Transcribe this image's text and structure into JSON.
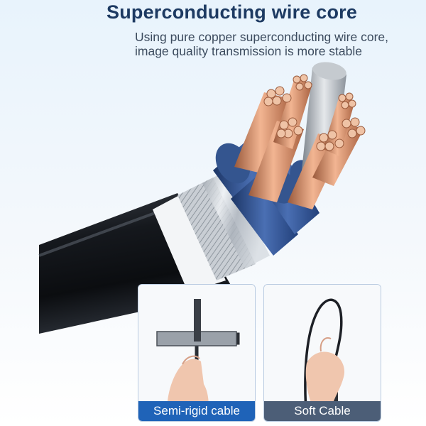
{
  "header": {
    "title": "Superconducting wire core",
    "subtitle_line1": "Using pure copper superconducting wire core,",
    "subtitle_line2": "image quality transmission is more stable"
  },
  "cards": [
    {
      "label": "Semi-rigid cable"
    },
    {
      "label": "Soft Cable"
    }
  ],
  "colors": {
    "title": "#1d3a62",
    "semi_rigid_label_bg": "#1f63b8",
    "soft_label_bg": "#4c5e77",
    "copper": "#d9946f",
    "insulation": "#2e4f8e"
  }
}
